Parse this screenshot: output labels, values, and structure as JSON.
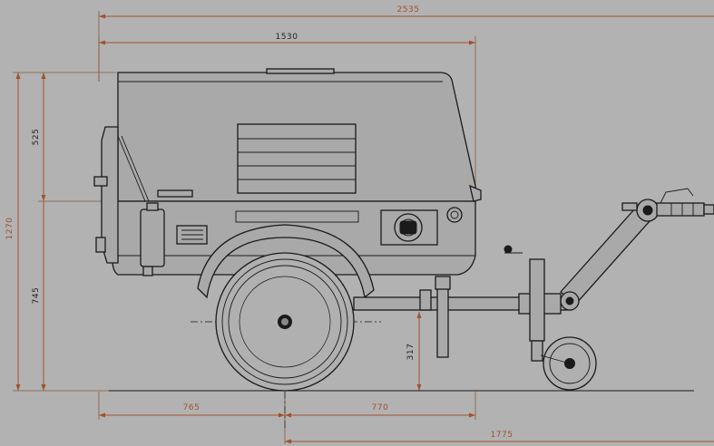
{
  "dimensions": {
    "overall_length": "2535",
    "body_length": "1530",
    "total_height": "1270",
    "upper_height": "525",
    "lower_height": "745",
    "ground_clearance": "317",
    "rear_to_axle": "765",
    "axle_to_body_front": "770",
    "axle_to_hitch": "1775"
  },
  "colors": {
    "background": "#b2b2b2",
    "dimension": "#a0522d",
    "outline": "#1a1a1a"
  }
}
